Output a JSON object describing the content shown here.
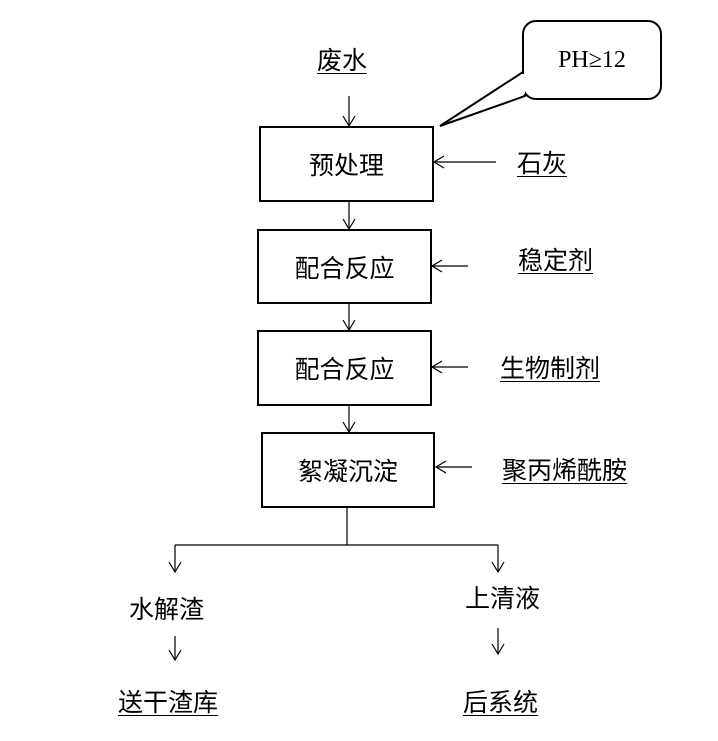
{
  "input": {
    "wastewater": "废水"
  },
  "callout": {
    "text": "PH≥12"
  },
  "steps": [
    {
      "name": "预处理",
      "reagent": "石灰"
    },
    {
      "name": "配合反应",
      "reagent": "稳定剂"
    },
    {
      "name": "配合反应",
      "reagent": "生物制剂"
    },
    {
      "name": "絮凝沉淀",
      "reagent": "聚丙烯酰胺"
    }
  ],
  "outputs": {
    "left": {
      "product": "水解渣",
      "destination": "送干渣库"
    },
    "right": {
      "product": "上清液",
      "destination": "后系统"
    }
  }
}
